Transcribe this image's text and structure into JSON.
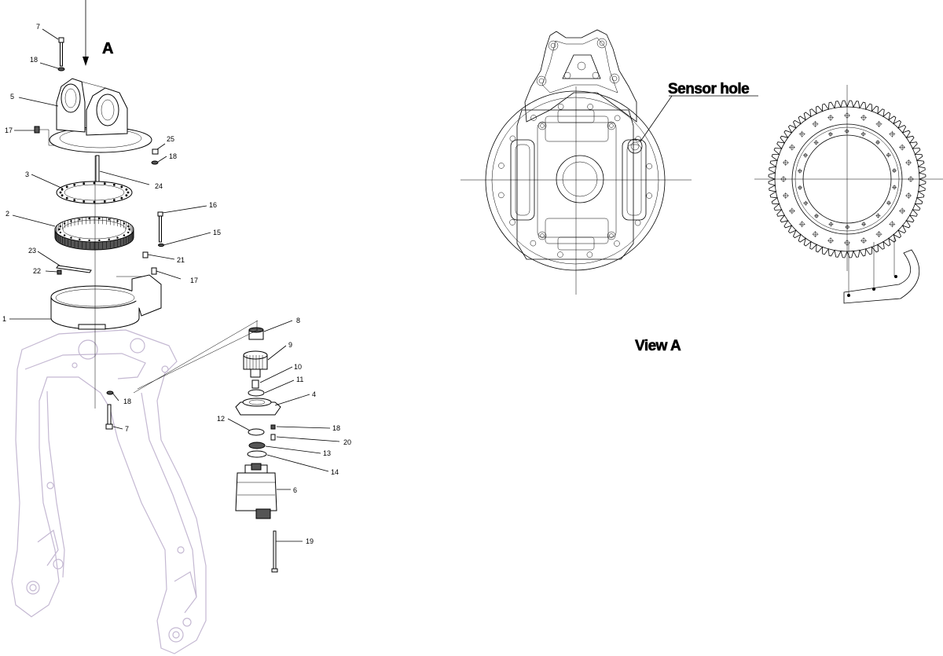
{
  "labels": {
    "view_letter": "A",
    "sensor_hole": "Sensor hole",
    "view_a": "View A"
  },
  "callouts": [
    {
      "text": "7"
    },
    {
      "text": "18"
    },
    {
      "text": "5"
    },
    {
      "text": "17"
    },
    {
      "text": "25"
    },
    {
      "text": "18"
    },
    {
      "text": "3"
    },
    {
      "text": "24"
    },
    {
      "text": "2"
    },
    {
      "text": "16"
    },
    {
      "text": "15"
    },
    {
      "text": "23"
    },
    {
      "text": "21"
    },
    {
      "text": "22"
    },
    {
      "text": "17"
    },
    {
      "text": "1"
    },
    {
      "text": "8"
    },
    {
      "text": "9"
    },
    {
      "text": "10"
    },
    {
      "text": "11"
    },
    {
      "text": "4"
    },
    {
      "text": "18"
    },
    {
      "text": "12"
    },
    {
      "text": "18"
    },
    {
      "text": "20"
    },
    {
      "text": "7"
    },
    {
      "text": "13"
    },
    {
      "text": "14"
    },
    {
      "text": "6"
    },
    {
      "text": "19"
    }
  ]
}
